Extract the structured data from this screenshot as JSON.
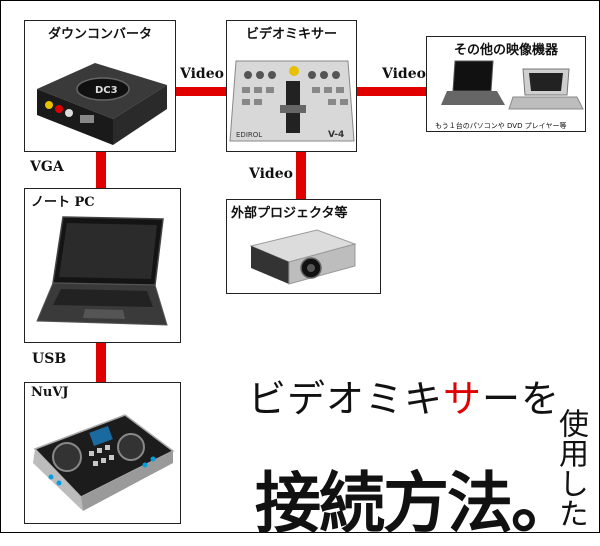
{
  "boxes": {
    "downconverter": "ダウンコンバータ",
    "mixer": "ビデオミキサー",
    "other_devices": "その他の映像機器",
    "projector": "外部プロジェクタ等",
    "laptop": "ノート PC",
    "nuvj": "NuVJ"
  },
  "connections": {
    "dc_to_mixer": "Video",
    "mixer_to_other": "Video",
    "mixer_to_projector": "Video",
    "dc_to_laptop": "VGA",
    "laptop_to_nuvj": "USB"
  },
  "other_devices_caption": "もう１台のパソコンや DVD プレイヤー等",
  "device_text": {
    "downconverter_logo": "DC3",
    "mixer_brand": "EDIROL",
    "mixer_model": "V-4"
  },
  "headline": {
    "line1_a": "ビデオミキ",
    "line1_accent": "サ",
    "line1_b": "ーを",
    "vertical": "使用した",
    "line2": "接続方法。"
  },
  "colors": {
    "connector": "#e00000",
    "accent": "#e00000"
  }
}
